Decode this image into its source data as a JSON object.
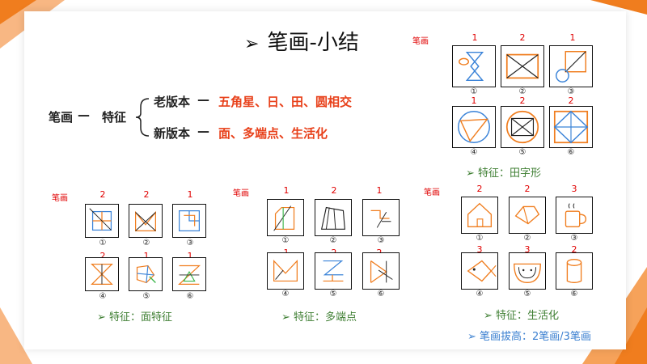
{
  "title": {
    "arrow": "➢",
    "text": "笔画-小结"
  },
  "mindmap": {
    "root": "笔画",
    "dash1": "—",
    "node": "特征",
    "old_label": "老版本",
    "old_dash": "—",
    "old_items": "五角星、日、田、圆相交",
    "new_label": "新版本",
    "new_dash": "—",
    "new_items": "面、多端点、生活化"
  },
  "labels": {
    "stroke": "笔画"
  },
  "circled": [
    "①",
    "②",
    "③",
    "④",
    "⑤",
    "⑥"
  ],
  "group_top": {
    "numbers": [
      "1",
      "2",
      "1",
      "1",
      "2",
      "2"
    ],
    "feature": "➢ 特征：田字形"
  },
  "group_face": {
    "numbers": [
      "2",
      "2",
      "1",
      "2",
      "1",
      "1"
    ],
    "feature": "➢ 特征：面特征"
  },
  "group_ends": {
    "numbers": [
      "1",
      "2",
      "1",
      "1",
      "2",
      "2"
    ],
    "feature": "➢ 特征：多端点"
  },
  "group_life": {
    "numbers": [
      "2",
      "2",
      "3",
      "3",
      "3",
      "2"
    ],
    "feature": "➢ 特征：生活化",
    "extra": "➢ 笔画拔高：2笔画/3笔画"
  },
  "colors": {
    "accent_orange": "#f07d1e",
    "icon_blue": "#3a83d8",
    "mark_red": "#e00000",
    "feature_green": "#3f7f33"
  }
}
